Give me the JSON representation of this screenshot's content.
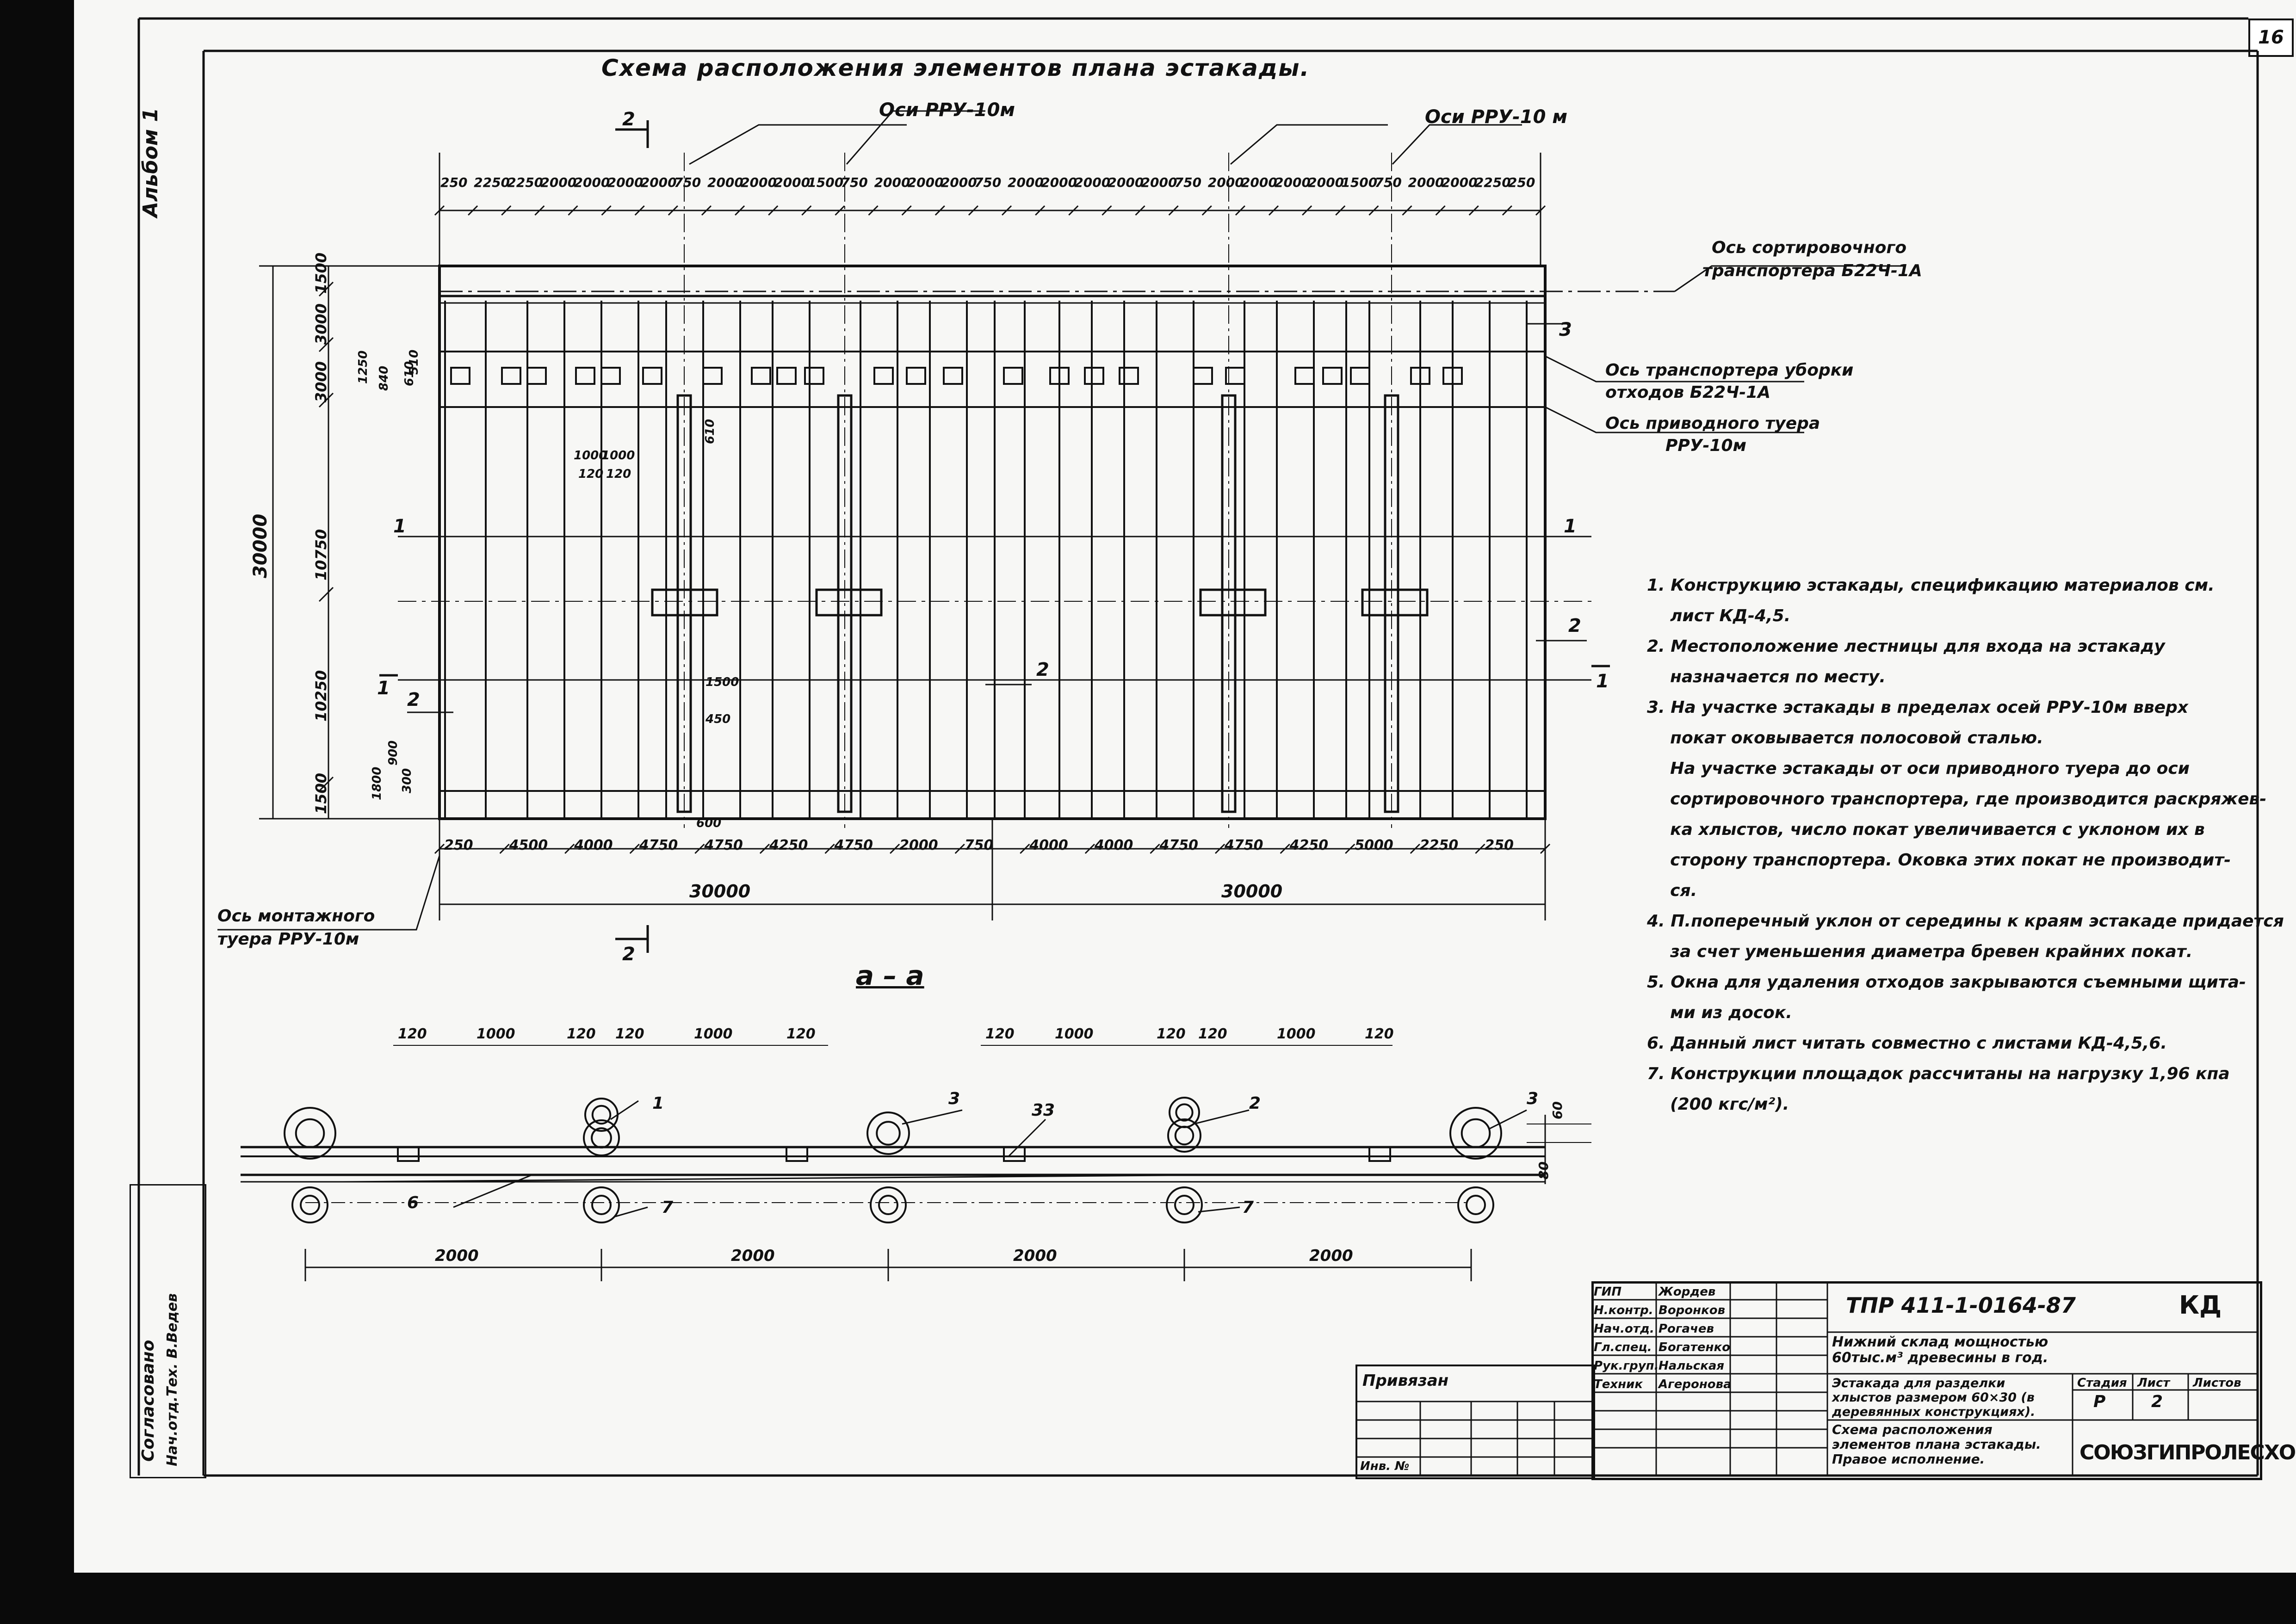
{
  "sheet": {
    "page_number": "16",
    "album_label": "Альбом 1"
  },
  "plan": {
    "title": "Схема расположения элементов плана эстакады.",
    "axis_labels": {
      "rru_left": "Оси РРУ-10м",
      "rru_right": "Оси РРУ-10 м",
      "sort_conveyor": "Ось сортировочного",
      "sort_conveyor_2": "транспортера Б22Ч-1А",
      "waste_conveyor": "Ось транспортера уборки",
      "waste_conveyor_2": "отходов Б22Ч-1А",
      "drive_tower": "Ось приводного туера",
      "drive_tower_2": "РРУ-10м",
      "mount_tower": "Ось монтажного",
      "mount_tower_2": "туера РРУ-10м"
    },
    "top_dims": [
      "250",
      "2250",
      "2250",
      "2000",
      "2000",
      "2000",
      "2000",
      "750",
      "2000",
      "2000",
      "2000",
      "1500",
      "750",
      "2000",
      "2000",
      "2000",
      "750",
      "2000",
      "2000",
      "2000",
      "2000",
      "2000",
      "750",
      "2000",
      "2000",
      "2000",
      "2000",
      "1500",
      "750",
      "2000",
      "2000",
      "2250",
      "250"
    ],
    "bottom_dims": [
      "250",
      "4500",
      "4000",
      "4750",
      "4750",
      "4250",
      "4750",
      "2000",
      "750",
      "4000",
      "4000",
      "4750",
      "4750",
      "4250",
      "5000",
      "2250",
      "250"
    ],
    "overall_dims": [
      "30000",
      "30000"
    ],
    "vertical_dims": [
      "1500",
      "3000",
      "3000",
      "10750",
      "10250",
      "1500"
    ],
    "vertical_total": "30000",
    "small_dims": [
      "1250",
      "840",
      "610",
      "510",
      "1000",
      "1000",
      "120",
      "120",
      "610",
      "1500",
      "450",
      "600",
      "1800",
      "300",
      "900"
    ],
    "section_marks": [
      "1",
      "1",
      "2",
      "2",
      "3",
      "2"
    ],
    "section_labels": [
      "2",
      "2",
      "1",
      "1",
      "3",
      "2",
      "2"
    ]
  },
  "section": {
    "title": "а – а",
    "top_dims": [
      "120",
      "1000",
      "120",
      "120",
      "1000",
      "120",
      "120",
      "1000",
      "120",
      "120",
      "1000",
      "120"
    ],
    "bottom_dims": [
      "2000",
      "2000",
      "2000",
      "2000"
    ],
    "callouts": [
      "1",
      "3",
      "33",
      "2",
      "3",
      "6",
      "7",
      "7"
    ],
    "side_dims": [
      "60",
      "80"
    ]
  },
  "notes": [
    "1. Конструкцию эстакады, спецификацию материалов см.",
    "    лист КД-4,5.",
    "2. Местоположение лестницы для входа на эстакаду",
    "    назначается по месту.",
    "3. На участке эстакады в пределах осей РРУ-10м вверх",
    "    покат оковывается полосовой сталью.",
    "    На участке эстакады от оси приводного туера до оси",
    "    сортировочного транспортера, где производится раскряжев-",
    "    ка хлыстов, число покат увеличивается с уклоном их в",
    "    сторону транспортера. Оковка этих покат не производит-",
    "    ся.",
    "4. П.поперечный уклон от середины к краям эстакаде придается",
    "    за счет уменьшения диаметра бревен крайних покат.",
    "5. Окна для удаления отходов закрываются съемными щита-",
    "    ми из досок.",
    "6. Данный лист читать совместно с листами КД-4,5,6.",
    "7. Конструкции площадок рассчитаны на нагрузку 1,96 кпа",
    "    (200 кгс/м²)."
  ],
  "title_block": {
    "doc_code": "ТПР 411-1-0164-87",
    "stage_mark": "КД",
    "roles": [
      "ГИП",
      "Н.контр.",
      "Нач.отд.",
      "Гл.спец.",
      "Рук.груп.",
      "Техник"
    ],
    "names": [
      "Жордев",
      "Воронков",
      "Рогачев",
      "Богатенко",
      "Нальская",
      "Агеронова"
    ],
    "project_title": "Нижний склад мощностью 60тыс.м³ древесины в год.",
    "object_title": "Эстакада для разделки хлыстов размером 60×30 (в деревянных конструкциях).",
    "sheet_title": "Схема расположения элементов плана эстакады. Правое исполнение.",
    "stage_header": "Стадия",
    "sheet_header": "Лист",
    "sheets_header": "Листов",
    "stage_value": "Р",
    "sheet_value": "2",
    "org": "СОЮЗГИПРОЛЕСХОЗ",
    "attached_label": "Привязан",
    "inv_label": "Инв. №"
  },
  "side_stamp": {
    "line1": "Согласовано",
    "line2": "Нач.отд.Тех. В.Ведев"
  }
}
